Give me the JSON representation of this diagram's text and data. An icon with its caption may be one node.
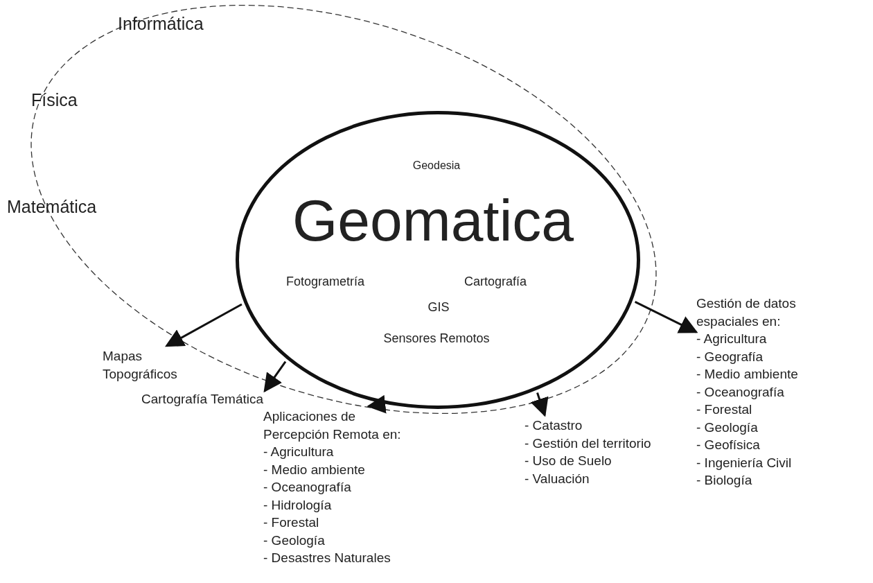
{
  "diagram": {
    "nodes": [
      {
        "text": [
          "Geodesia",
          "Geomatica",
          "Fotogrametría",
          "Cartografía",
          "GIS",
          "Sensores Remotos"
        ]
      },
      {
        "text": [
          "Mapas Topográficos"
        ]
      },
      {
        "text": [
          "Cartografía Temática"
        ]
      },
      {
        "text": [
          "Aplicaciones de Percepción Remota en:",
          "- Agricultura",
          "- Medio ambiente",
          "- Oceanografía",
          "- Hidrología",
          "- Forestal",
          "- Geología",
          "- Desastres Naturales"
        ]
      },
      {
        "text": [
          "- Catastro",
          "- Gestión del territorio",
          "- Uso de Suelo",
          "- Valuación"
        ]
      },
      {
        "text": [
          "Gestión de datos espaciales en:",
          "- Agricultura",
          "- Geografía",
          "- Medio ambiente",
          "- Oceanografía",
          "- Forestal",
          "- Geología",
          "- Geofísica",
          "- Ingeniería Civil",
          "- Biología"
        ]
      }
    ],
    "edges": [
      {
        "from": 0,
        "to": 1,
        "arrow": "to"
      },
      {
        "from": 0,
        "to": 2,
        "arrow": "to"
      },
      {
        "from": 0,
        "to": 3,
        "arrow": "to"
      },
      {
        "from": 0,
        "to": 4,
        "arrow": "to"
      },
      {
        "from": 0,
        "to": 5,
        "arrow": "to"
      }
    ],
    "labels": [
      "Informática",
      "Física",
      "Matemática"
    ]
  }
}
